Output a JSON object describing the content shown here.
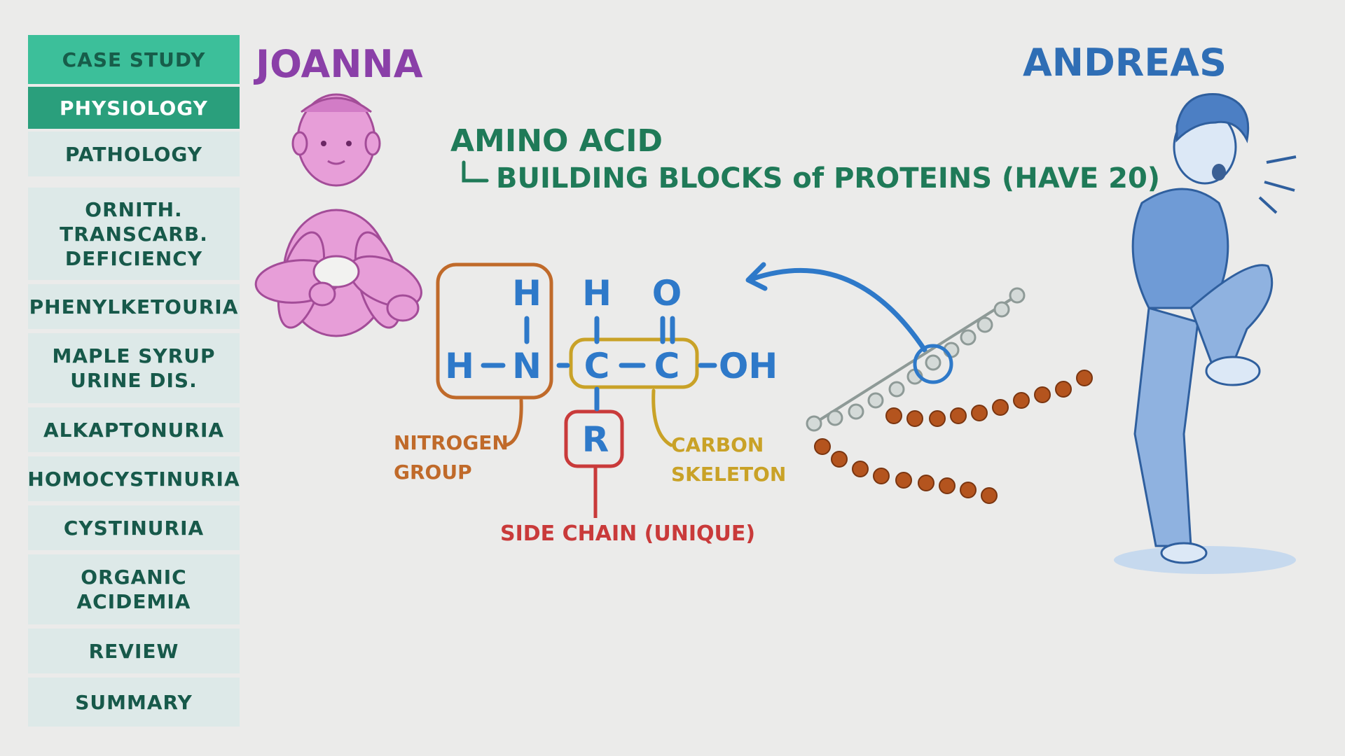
{
  "sidebar": {
    "items": [
      {
        "label": "CASE STUDY",
        "state": "header"
      },
      {
        "label": "PHYSIOLOGY",
        "state": "active"
      },
      {
        "label": "PATHOLOGY",
        "state": "normal"
      },
      {
        "label": "ORNITH.\nTRANSCARB.\nDEFICIENCY",
        "state": "normal"
      },
      {
        "label": "PHENYLKETOURIA",
        "state": "normal"
      },
      {
        "label": "MAPLE SYRUP\nURINE DIS.",
        "state": "normal"
      },
      {
        "label": "ALKAPTONURIA",
        "state": "normal"
      },
      {
        "label": "HOMOCYSTINURIA",
        "state": "normal"
      },
      {
        "label": "CYSTINURIA",
        "state": "normal"
      },
      {
        "label": "ORGANIC\nACIDEMIA",
        "state": "normal"
      },
      {
        "label": "REVIEW",
        "state": "normal"
      },
      {
        "label": "SUMMARY",
        "state": "normal"
      }
    ]
  },
  "characters": {
    "left_name": "JOANNA",
    "right_name": "ANDREAS"
  },
  "heading": {
    "title": "AMINO ACID",
    "subtitle": "BUILDING BLOCKS of PROTEINS (HAVE 20)"
  },
  "molecule": {
    "atoms": {
      "h_top_n": "H",
      "h_left": "H",
      "n": "N",
      "h_top_c": "H",
      "o_top": "O",
      "c1": "C",
      "c2": "C",
      "oh": "OH",
      "r": "R"
    },
    "labels": {
      "nitrogen_1": "NITROGEN",
      "nitrogen_2": "GROUP",
      "carbon_1": "CARBON",
      "carbon_2": "SKELETON",
      "side_chain": "SIDE CHAIN (UNIQUE)"
    }
  },
  "colors": {
    "joanna": "#8a3fa8",
    "andreas": "#2f6eb5",
    "heading": "#1f7a58",
    "atom": "#2e79c9",
    "nitrogen": "#c06a2a",
    "carbon": "#c9a227",
    "side_chain": "#c93a3a",
    "nav_active": "#2a9f7c",
    "nav_header": "#3cbf9a",
    "nav_normal": "#dde9e8"
  }
}
